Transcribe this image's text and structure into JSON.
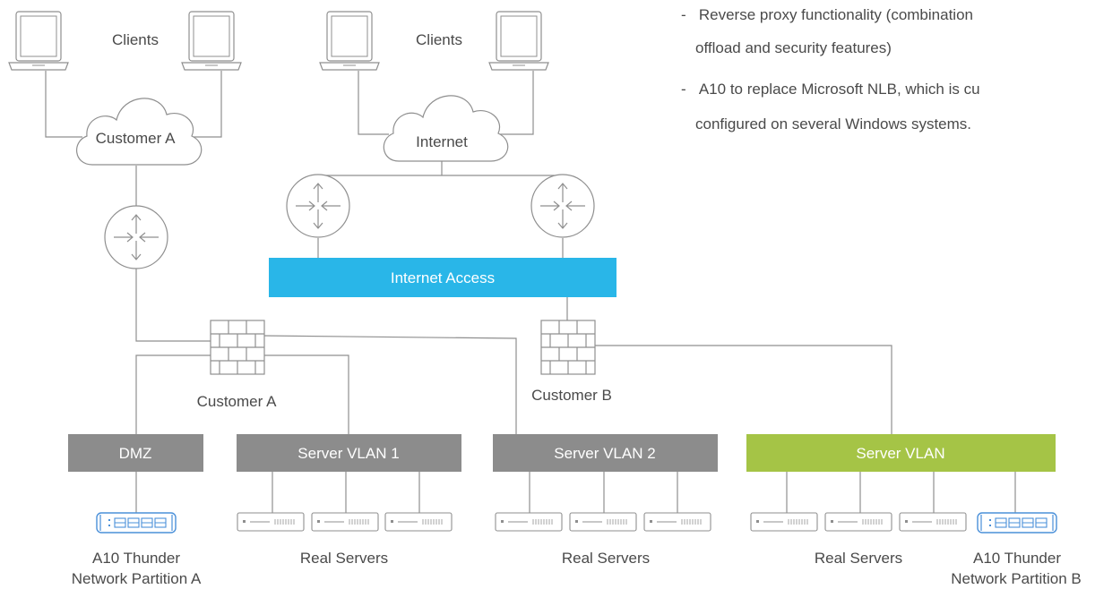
{
  "notes": [
    {
      "dash": "-",
      "lines": [
        "Reverse proxy functionality (combination",
        "offload and security features)"
      ]
    },
    {
      "dash": "-",
      "lines": [
        "A10 to replace Microsoft NLB, which is cu",
        "configured on several Windows systems."
      ]
    }
  ],
  "labels": {
    "clients_left": "Clients",
    "clients_right": "Clients",
    "cloud_customer_a": "Customer A",
    "cloud_internet": "Internet",
    "internet_access": "Internet Access",
    "firewall_a": "Customer A",
    "firewall_b": "Customer B",
    "dmz": "DMZ",
    "server_vlan_1": "Server VLAN 1",
    "server_vlan_2": "Server VLAN 2",
    "server_vlan": "Server VLAN",
    "a10_a_line1": "A10 Thunder",
    "a10_a_line2": "Network Partition A",
    "real_servers_1": "Real Servers",
    "real_servers_2": "Real Servers",
    "real_servers_3": "Real Servers",
    "a10_b_line1": "A10 Thunder",
    "a10_b_line2": "Network Partition B"
  },
  "colors": {
    "internet_access": "#29b6e8",
    "vlan_gray": "#8c8c8c",
    "server_vlan_green": "#a5c446",
    "a10_blue": "#4a90d9",
    "line": "#8f8f8f"
  },
  "icons": {
    "client": "laptop-icon",
    "cloud": "cloud-icon",
    "router": "router-icon",
    "firewall": "firewall-icon",
    "server": "server-icon",
    "a10": "a10-appliance-icon"
  }
}
